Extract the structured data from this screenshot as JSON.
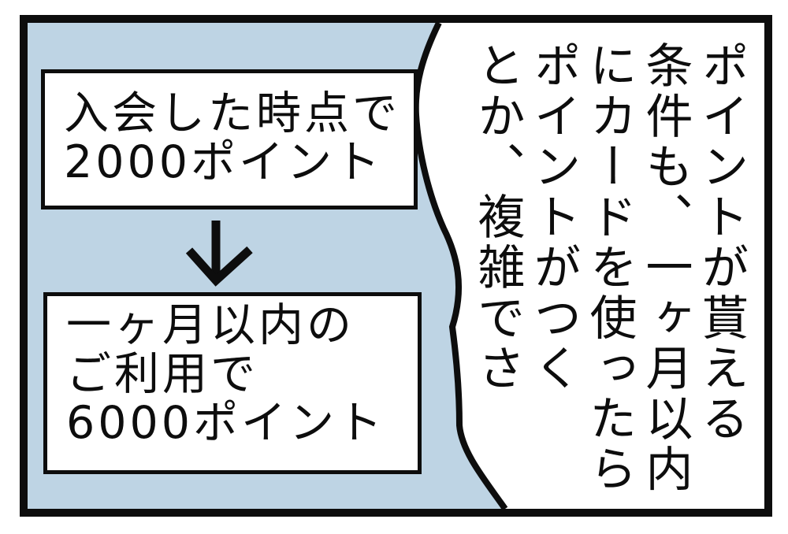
{
  "panel": {
    "kind": "comic-panel",
    "fill_color": "#bed4e4",
    "line_color": "#0d0d0d",
    "paper_color": "#ffffff"
  },
  "flowchart": {
    "step1_text": "入会した時点で\n2000ポイント",
    "arrow_icon": "down-arrow",
    "step2_text": "一ヶ月以内の\nご利用で\n6000ポイント"
  },
  "speech_bubble": {
    "text": "ポイントが貰える\n条件も、一ヶ月以内\nにカードを使ったら\nポイントがつく\nとか、複雑でさ"
  }
}
